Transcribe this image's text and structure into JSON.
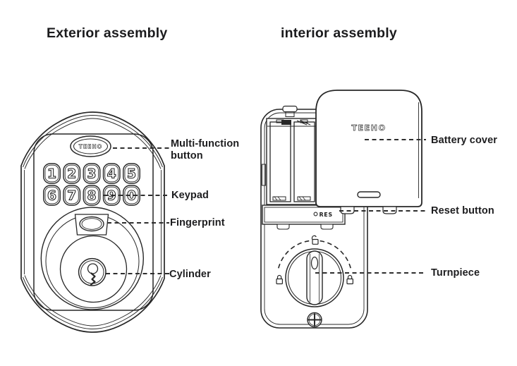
{
  "titles": {
    "exterior": "Exterior assembly",
    "interior": "interior assembly"
  },
  "brand": {
    "logo": "TEEHO"
  },
  "exterior": {
    "labels": {
      "multi_function_line1": "Multi-function",
      "multi_function_line2": "button",
      "keypad": "Keypad",
      "fingerprint": "Fingerprint",
      "cylinder": "Cylinder"
    },
    "keypad_keys": [
      "1",
      "2",
      "3",
      "4",
      "5",
      "6",
      "7",
      "8",
      "9",
      "0"
    ]
  },
  "interior": {
    "labels": {
      "battery_cover": "Battery cover",
      "reset_button": "Reset button",
      "turnpiece": "Turnpiece"
    },
    "reset_text": "RES"
  },
  "colors": {
    "ink": "#272727",
    "background": "#ffffff"
  }
}
